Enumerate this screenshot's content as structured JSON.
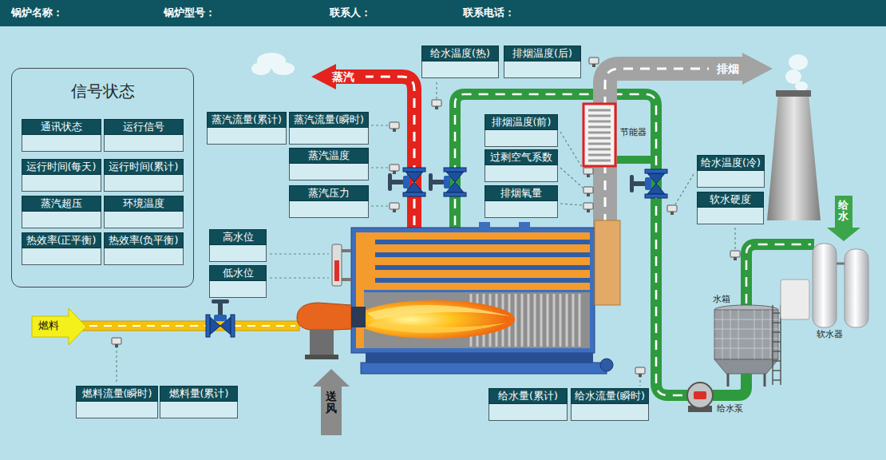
{
  "diagram": {
    "nodes": [
      {
        "text": [
          "信号状态"
        ]
      },
      {
        "text": [
          "通讯状态"
        ],
        "in": 0
      },
      {
        "text": [
          "运行信号"
        ],
        "in": 0
      },
      {
        "text": [
          "运行时间(每天)"
        ],
        "in": 0
      },
      {
        "text": [
          "运行时间(累计)"
        ],
        "in": 0
      },
      {
        "text": [
          "蒸汽超压"
        ],
        "in": 0
      },
      {
        "text": [
          "环境温度"
        ],
        "in": 0
      },
      {
        "text": [
          "热效率(正平衡)"
        ],
        "in": 0
      },
      {
        "text": [
          "热效率(负平衡)"
        ],
        "in": 0
      },
      {
        "text": [
          "给水温度(热)"
        ]
      },
      {
        "text": [
          "排烟温度(后)"
        ]
      },
      {
        "text": [
          "蒸汽流量(累计)"
        ]
      },
      {
        "text": [
          "蒸汽流量(瞬时)"
        ]
      },
      {
        "text": [
          "排烟温度(前)"
        ]
      },
      {
        "text": [
          "蒸汽温度"
        ]
      },
      {
        "text": [
          "过剩空气系数"
        ]
      },
      {
        "text": [
          "给水温度(冷)"
        ]
      },
      {
        "text": [
          "蒸汽压力"
        ]
      },
      {
        "text": [
          "排烟氧量"
        ]
      },
      {
        "text": [
          "软水硬度"
        ]
      },
      {
        "text": [
          "高水位"
        ]
      },
      {
        "text": [
          "低水位"
        ]
      },
      {
        "text": [
          "燃料流量(瞬时)"
        ]
      },
      {
        "text": [
          "燃料量(累计)"
        ]
      },
      {
        "text": [
          "给水量(累计)"
        ]
      },
      {
        "text": [
          "给水流量(瞬时)"
        ]
      }
    ],
    "labels": [
      "锅炉名称：",
      "锅炉型号：",
      "联系人：",
      "联系电话：",
      "蒸汽",
      "排烟",
      "节能器",
      "给水",
      "水箱",
      "软水器",
      "给水泵",
      "燃料",
      "送风"
    ]
  }
}
